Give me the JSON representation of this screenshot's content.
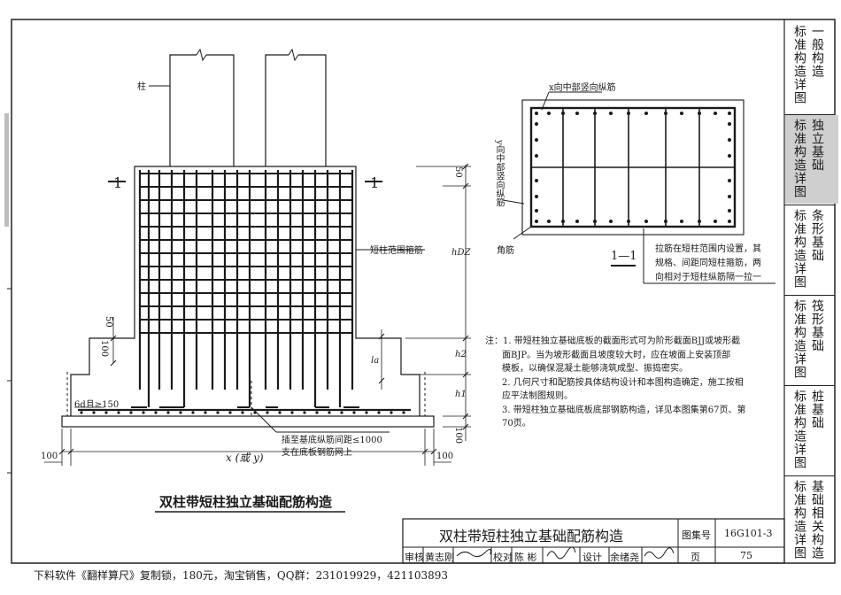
{
  "main_title": "双柱带短柱独立基础配筋构造",
  "section": {
    "marker": "1",
    "name": "1—1"
  },
  "labels": {
    "column": "柱",
    "short_column_stirrup": "短柱范围箍筋",
    "corner_bar": "角筋",
    "x_mid_bars": "x向中部竖向纵筋",
    "y_mid_bars": "y向中部竖向纵筋",
    "tie_note": [
      "拉筋在短柱范围内设置，其",
      "规格、间距同短柱箍筋，两",
      "向相对于短柱纵筋隔一拉一"
    ],
    "anchor_note": [
      "插至基底纵筋间距≤1000",
      "支在底板钢筋网上"
    ],
    "hook_note": "6d且≥150",
    "dim_x": "x (或 y)",
    "dim_100_left": "100",
    "dim_100_right": "100",
    "dim_100_bottom": "100",
    "dim_100_wall": "100",
    "dim_50_wall": "50",
    "dim_50_top": "50",
    "dim_hdz": "hDZ",
    "dim_h2": "h2",
    "dim_h1": "h1",
    "dim_la": "la"
  },
  "notes": [
    "注：1. 带短柱独立基础底板的截面形式可为阶形截面BJJ或坡形截",
    "面BJP。当为坡形截面且坡度较大时，应在坡面上安装顶部",
    "模板，以确保混凝土能够浇筑成型、振捣密实。",
    "2. 几何尺寸和配筋按具体结构设计和本图构造确定，施工按相",
    "应平法制图规则。",
    "3. 带短柱独立基础底板底部钢筋构造，详见本图集第67页、第",
    "70页。"
  ],
  "title_block": {
    "title": "双柱带短柱独立基础配筋构造",
    "atlas_label": "图集号",
    "atlas_no": "16G101-3",
    "review_label": "审核",
    "reviewer": "黄志刚",
    "check_label": "校对",
    "checker": "陈 彬",
    "design_label": "设计",
    "designer": "余绪尧",
    "page_label": "页",
    "page_no": "75"
  },
  "side_tabs": [
    {
      "c1": "标准构造详图",
      "c2": "一般构造",
      "active": false
    },
    {
      "c1": "标准构造详图",
      "c2": "独立基础",
      "active": true
    },
    {
      "c1": "标准构造详图",
      "c2": "条形基础",
      "active": false
    },
    {
      "c1": "标准构造详图",
      "c2": "筏形基础",
      "active": false
    },
    {
      "c1": "标准构造详图",
      "c2": "桩基础",
      "active": false
    },
    {
      "c1": "标准构造详图",
      "c2": "基础相关构造",
      "active": false
    }
  ],
  "footer": "下料软件《翻样算尺》复制锁，180元，淘宝销售，QQ群：231019929，421103893",
  "colors": {
    "ink": "#1a1a1a",
    "tab_active": "#cfcfcf",
    "frame": "#222222"
  }
}
